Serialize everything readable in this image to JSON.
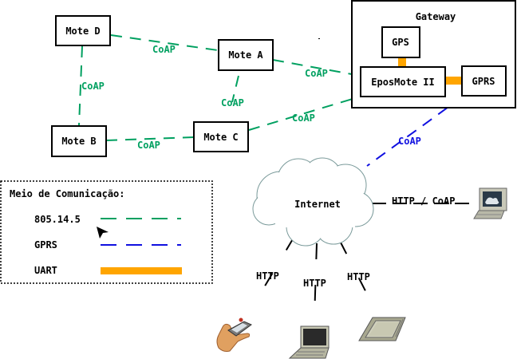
{
  "nodes": {
    "mote_d": "Mote D",
    "mote_a": "Mote A",
    "mote_b": "Mote B",
    "mote_c": "Mote C",
    "gateway": "Gateway",
    "gps": "GPS",
    "eposmote": "EposMote II",
    "gprs": "GPRS",
    "internet": "Internet"
  },
  "edges": {
    "coap": "CoAP",
    "http": "HTTP",
    "http_coap": "HTTP / CoAP"
  },
  "legend": {
    "title": "Meio de Comunicação:",
    "items": [
      {
        "label": "805.14.5",
        "color": "#00a060"
      },
      {
        "label": "GPRS",
        "color": "#1010e0"
      },
      {
        "label": "UART",
        "color": "#ffa500"
      }
    ]
  },
  "colors": {
    "wireless": "#00a060",
    "gprs": "#1010e0",
    "uart": "#ffa500"
  },
  "icons": [
    "computer-icon",
    "handheld-icon",
    "laptop-icon",
    "tablet-icon",
    "cursor-icon",
    "cloud-icon"
  ]
}
